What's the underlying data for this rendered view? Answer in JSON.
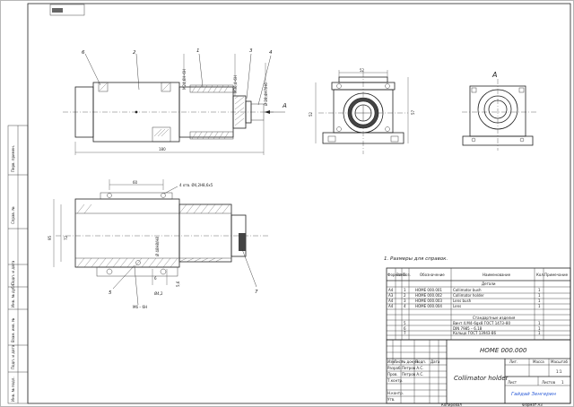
{
  "views": {
    "leaders": [
      "6",
      "2",
      "1",
      "3",
      "4",
      "5",
      "7"
    ],
    "arrow_label": "A",
    "view_a_label": "A",
    "dims": {
      "overall_length": "180",
      "side_height": "52",
      "side_width": "52",
      "side_right": "57",
      "dim_60": "60",
      "dim_95": "95",
      "dim_72": "72",
      "note_holes": "4 отв. Ø4,2Н8,6х5",
      "thread_a": "М24,6Н–6Н",
      "dia_a": "Ø 28,4Н7/Н6",
      "thread_b": "М36,4–6Н",
      "dia_b": "Ø 48Н8/Н8",
      "dia_c": "Ø4,2",
      "dim_6": "6",
      "dim_56": "5,6",
      "thread_m6": "М6 – 6Н"
    }
  },
  "notes": {
    "line1": "1.   Размеры для справок."
  },
  "spec": {
    "headers": [
      "Формат",
      "Зона",
      "Поз.",
      "Обозначение",
      "Наименование",
      "Кол.",
      "Примечание"
    ],
    "section_details": "Детали",
    "section_std": "Стандартные изделия",
    "rows": [
      {
        "format": "А4",
        "pos": "1",
        "code": "HOME 000.001",
        "name": "Collimator bush",
        "qty": "1"
      },
      {
        "format": "А3",
        "pos": "2",
        "code": "HOME 000.002",
        "name": "Collimator holder",
        "qty": "1"
      },
      {
        "format": "А4",
        "pos": "3",
        "code": "HOME 000.003",
        "name": "Lens bush",
        "qty": "1"
      },
      {
        "format": "А4",
        "pos": "4",
        "code": "HOME 000.004",
        "name": "Lens",
        "qty": "1"
      }
    ],
    "std_rows": [
      {
        "pos": "5",
        "name": "Винт 4.М4–6gx8 ГОСТ 1473–80",
        "qty": "1"
      },
      {
        "pos": "6",
        "name": "DIN 7985 – 6.18",
        "qty": "1"
      },
      {
        "pos": "7",
        "name": "Кольцо ГОСТ 13943-86",
        "qty": "1"
      }
    ]
  },
  "title_block": {
    "doc_code": "HOME 000.000",
    "title": "Collimator holder",
    "org": "Гайдай Зенгерин",
    "mass_label": "Масса",
    "scale_label": "Масштаб",
    "lit_label": "Лит.",
    "scale_value": "1:1",
    "sheet_label": "Лист",
    "sheets_label": "Листов",
    "sheets_value": "1",
    "rows_labels": [
      "Изм.",
      "Лист",
      "№ докум.",
      "Подп.",
      "Дата"
    ],
    "roles": [
      "Разраб.",
      "Пров.",
      "Т.контр.",
      "Н.контр.",
      "Утв."
    ],
    "developer": "Петров А.С.",
    "checker": "Петров А.С.",
    "copied": "Копировал",
    "format": "Формат А3"
  },
  "side_stamp": {
    "labels": [
      "Перв. примен.",
      "Справ. №",
      "Подп. и дата",
      "Инв. № дубл.",
      "Взам. инв. №",
      "Подп. и дата",
      "Инв. № подл."
    ]
  },
  "top_box_text": ""
}
